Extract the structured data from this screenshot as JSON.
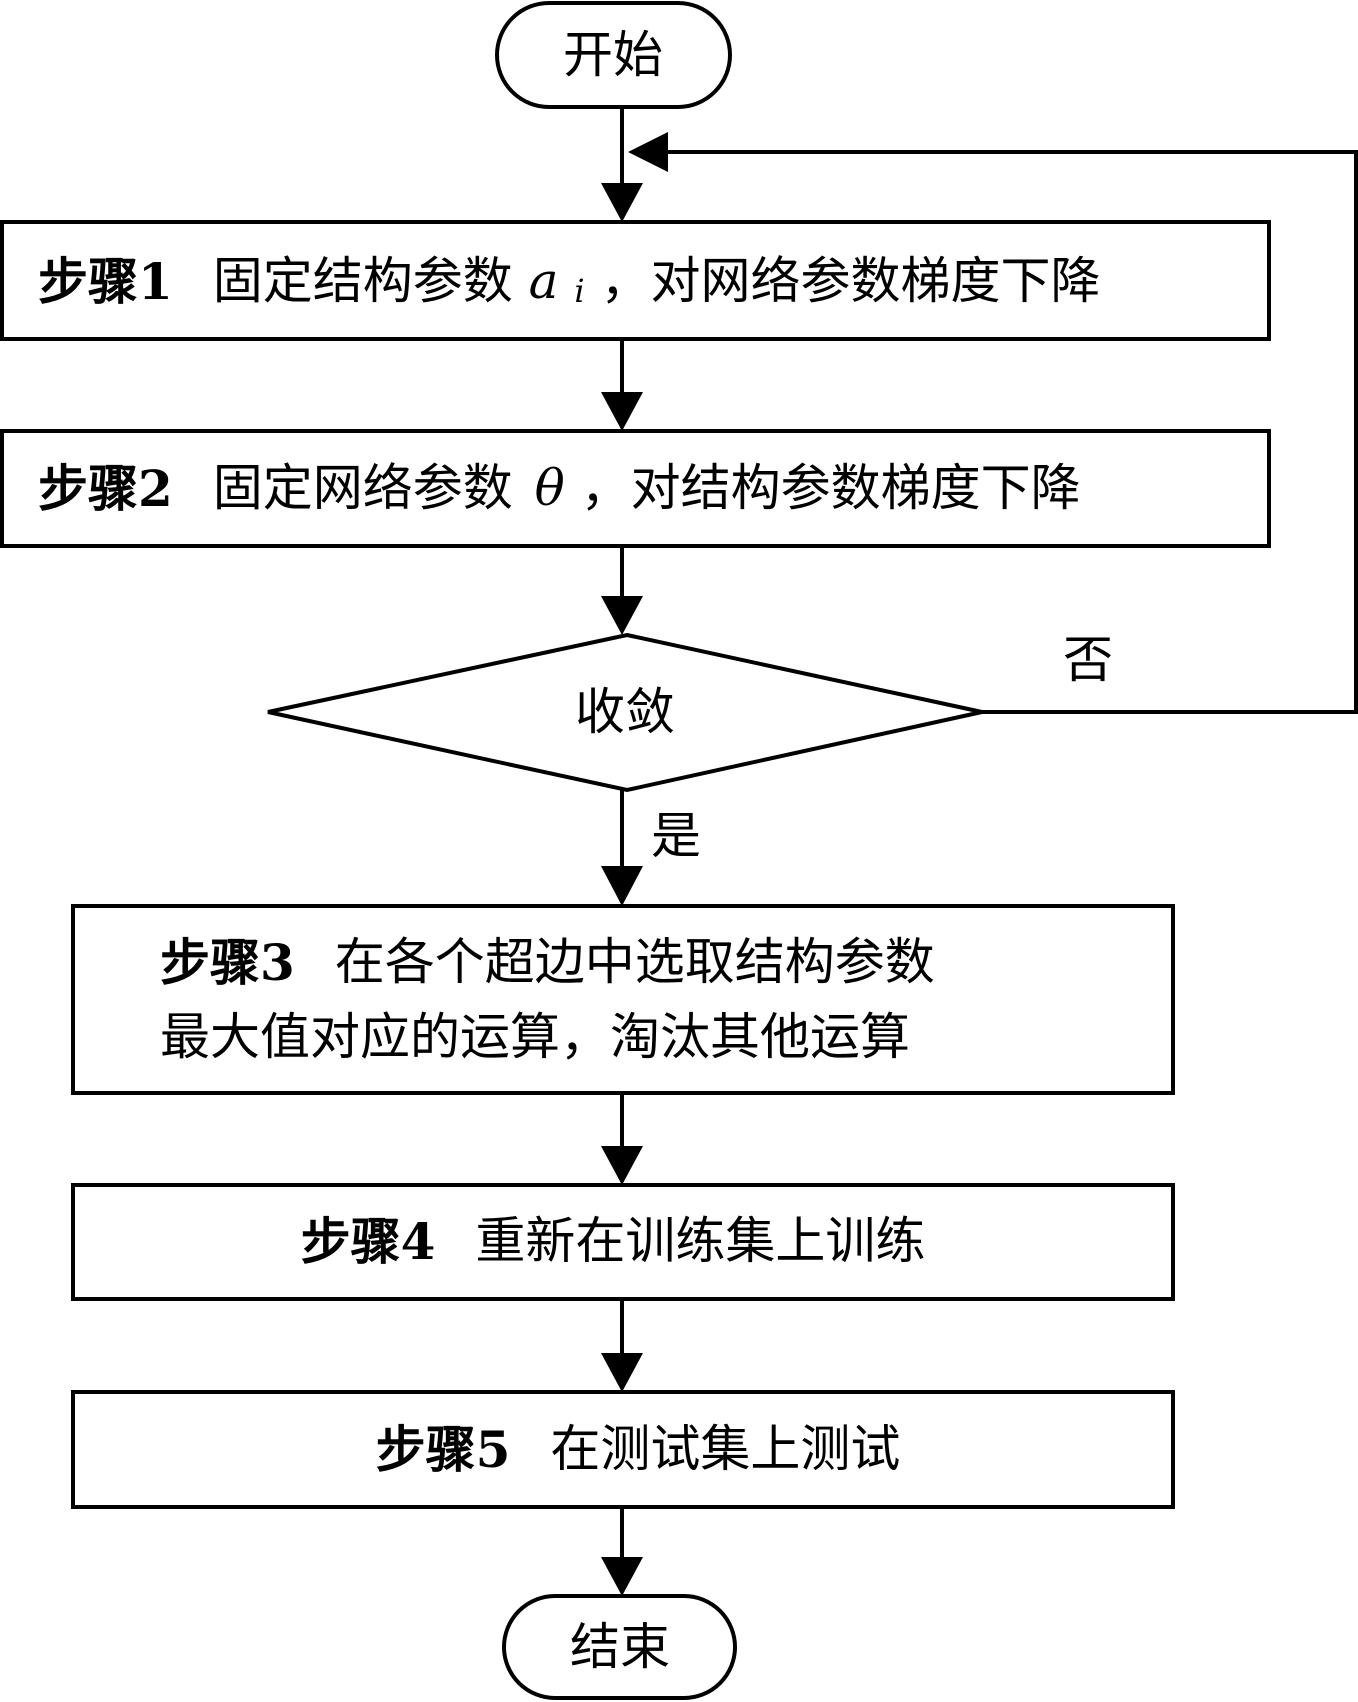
{
  "nodes": {
    "start": {
      "text": "开始"
    },
    "step1": {
      "label": "步骤1",
      "text_a": "固定结构参数",
      "var": "a",
      "sub": "i",
      "text_b": "，对网络参数梯度下降"
    },
    "step2": {
      "label": "步骤2",
      "text_a": "固定网络参数",
      "var": "θ",
      "text_b": "，对结构参数梯度下降"
    },
    "decision": {
      "text": "收敛"
    },
    "step3": {
      "label": "步骤3",
      "line1": "在各个超边中选取结构参数",
      "line2": "最大值对应的运算，淘汰其他运算"
    },
    "step4": {
      "label": "步骤4",
      "text": "重新在训练集上训练"
    },
    "step5": {
      "label": "步骤5",
      "text": "在测试集上测试"
    },
    "end": {
      "text": "结束"
    }
  },
  "edges": {
    "no_label": "否",
    "yes_label": "是"
  }
}
